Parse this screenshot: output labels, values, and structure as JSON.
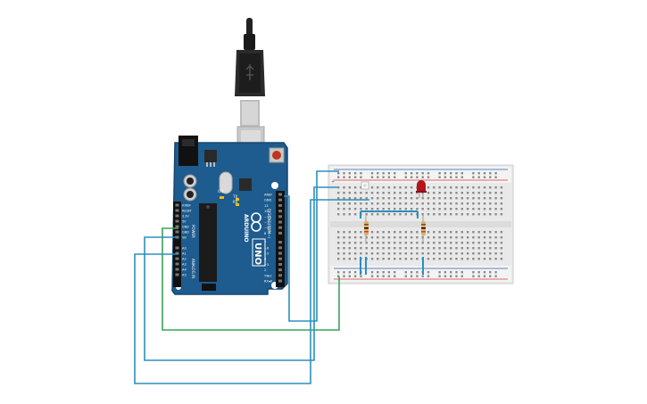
{
  "arduino": {
    "brand": "ARDUINO",
    "model": "UNO",
    "label_digital": "DIGITAL (PWM~)",
    "label_power": "POWER",
    "label_analog": "ANALOG IN",
    "label_tx": "TX",
    "label_rx": "RX",
    "label_on": "ON",
    "digital_pins": [
      "AREF",
      "GND",
      "13",
      "12",
      "~11",
      "~10",
      "~9",
      "8",
      "7",
      "~6",
      "~5",
      "4",
      "~3",
      "2",
      "TX▸1",
      "RX◂0"
    ],
    "power_pins": [
      "IOREF",
      "RESET",
      "3.3V",
      "5V",
      "GND",
      "GND",
      "Vin"
    ],
    "analog_pins": [
      "A0",
      "A1",
      "A2",
      "A3",
      "A4",
      "A5"
    ]
  },
  "breadboard": {
    "rail_plus": "+",
    "rail_minus": "-"
  },
  "colors": {
    "board": "#1e5b8e",
    "board_edge": "#16476f",
    "breadboard": "#e8e8e8",
    "breadboard_rail": "#f1f1f1",
    "wire_blue": "#2b8fbf",
    "wire_green": "#3aa35a",
    "led_red": "#b3151b",
    "usb": "#222222"
  },
  "icons": [
    "usb-cable-icon",
    "led-icon",
    "resistor-icon",
    "chip-icon",
    "reset-button-icon"
  ]
}
